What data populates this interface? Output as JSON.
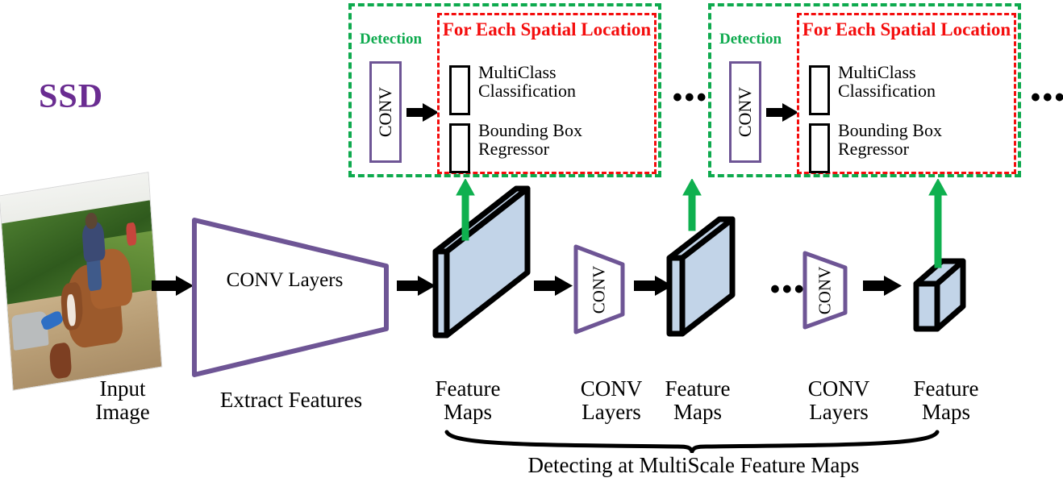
{
  "title": "SSD",
  "colors": {
    "title_purple": "#6a2c91",
    "conv_border_purple": "#6e5595",
    "detection_green": "#0eaa4e",
    "spatial_red": "#f40d0d",
    "feature_map_fill": "#c2d4e8",
    "arrow_black": "#000000",
    "green_arrow": "#0fb04f"
  },
  "detection_blocks": [
    {
      "detection_label": "Detection",
      "conv_label": "CONV",
      "spatial_title": "For Each Spatial Location",
      "outputs": [
        "MultiClass Classification",
        "Bounding Box Regressor"
      ]
    },
    {
      "detection_label": "Detection",
      "conv_label": "CONV",
      "spatial_title": "For Each Spatial Location",
      "outputs": [
        "MultiClass Classification",
        "Bounding Box Regressor"
      ]
    }
  ],
  "ellipsis": {
    "between_detections": "•••",
    "after_detections": "•••",
    "pipeline": "•••"
  },
  "pipeline": {
    "input_image_label": "Input Image",
    "extract_features_label": "Extract Features",
    "backbone_conv_label": "CONV Layers",
    "stages": [
      {
        "kind": "feature-map",
        "label": "Feature Maps"
      },
      {
        "kind": "conv",
        "label": "CONV Layers",
        "inner_label": "CONV"
      },
      {
        "kind": "feature-map",
        "label": "Feature Maps"
      },
      {
        "kind": "conv",
        "label": "CONV Layers",
        "inner_label": "CONV"
      },
      {
        "kind": "feature-map",
        "label": "Feature Maps"
      }
    ]
  },
  "caption": "Detecting at MultiScale Feature Maps"
}
